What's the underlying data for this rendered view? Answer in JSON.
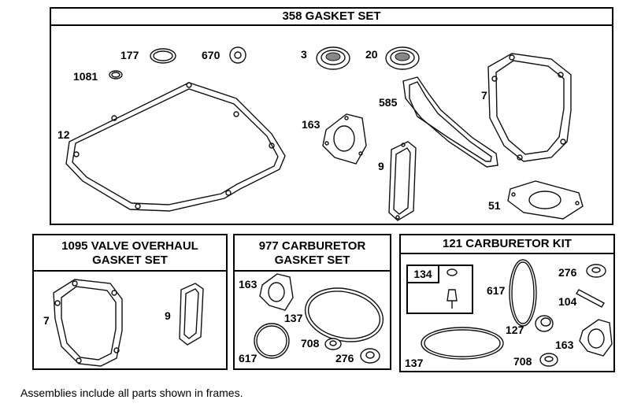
{
  "frames": {
    "gasket_set": {
      "title": "358 GASKET SET"
    },
    "valve_overhaul": {
      "title_line1": "1095 VALVE OVERHAUL",
      "title_line2": "GASKET SET"
    },
    "carb_gasket": {
      "title_line1": "977 CARBURETOR",
      "title_line2": "GASKET SET"
    },
    "carb_kit": {
      "title": "121 CARBURETOR KIT",
      "inset_label": "134"
    }
  },
  "labels": {
    "gs_177": "177",
    "gs_670": "670",
    "gs_3": "3",
    "gs_20": "20",
    "gs_1081": "1081",
    "gs_12": "12",
    "gs_163": "163",
    "gs_585": "585",
    "gs_7": "7",
    "gs_9": "9",
    "gs_51": "51",
    "vo_7": "7",
    "vo_9": "9",
    "cg_163": "163",
    "cg_137": "137",
    "cg_617": "617",
    "cg_708": "708",
    "cg_276": "276",
    "ck_617": "617",
    "ck_276": "276",
    "ck_104": "104",
    "ck_127": "127",
    "ck_163": "163",
    "ck_137": "137",
    "ck_708": "708"
  },
  "footnote": "Assemblies include all parts shown in frames."
}
